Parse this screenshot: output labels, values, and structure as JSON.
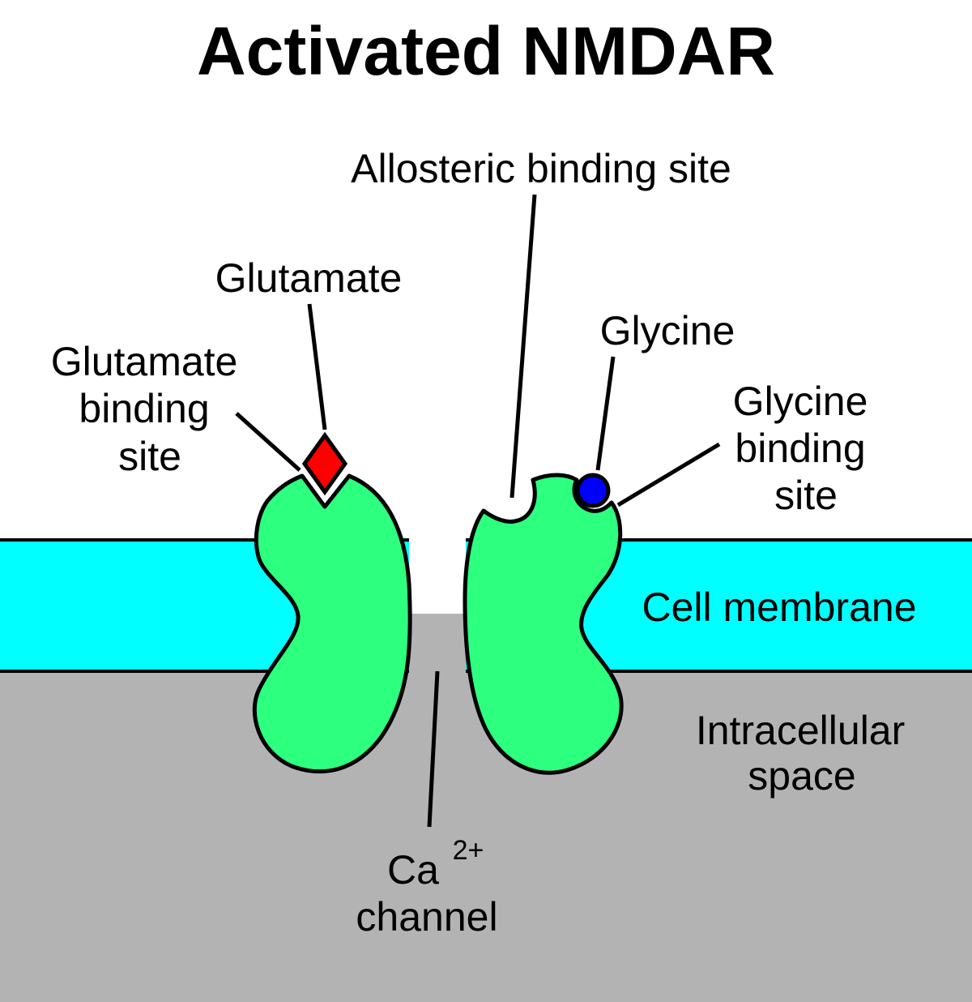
{
  "title": "Activated NMDAR",
  "colors": {
    "extracellular": "#ffffff",
    "membrane": "#00ffff",
    "intracellular": "#b3b3b3",
    "receptor": "#2dff7f",
    "glutamate": "#ff0000",
    "glycine": "#0000ff",
    "outline": "#000000"
  },
  "labels": {
    "allosteric": "Allosteric binding site",
    "glutamate": "Glutamate",
    "glutamate_site": [
      "Glutamate",
      "binding",
      "site"
    ],
    "glycine": "Glycine",
    "glycine_site": [
      "Glycine",
      "binding",
      "site"
    ],
    "membrane": "Cell membrane",
    "intracellular": [
      "Intracellular",
      "space"
    ],
    "channel_ion": "Ca",
    "channel_charge": "2+",
    "channel_word": "channel"
  }
}
